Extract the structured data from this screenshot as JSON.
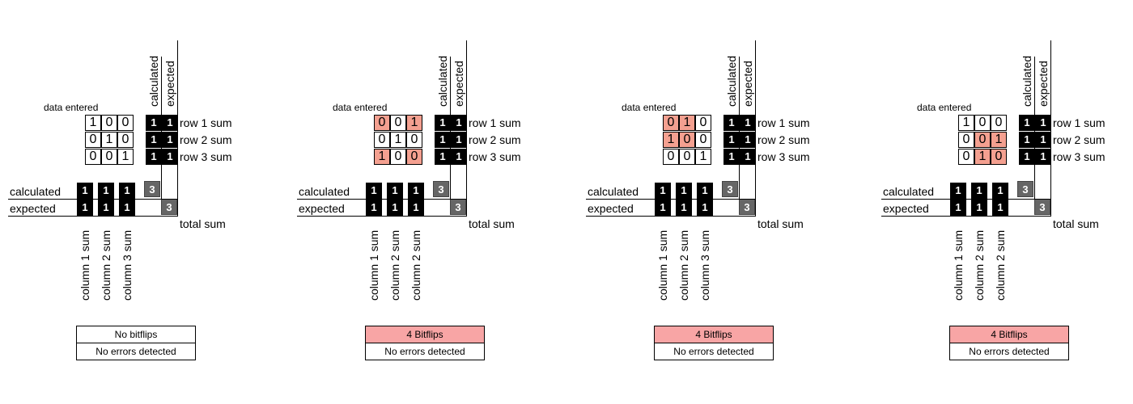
{
  "colors": {
    "flipped": "#f4a090",
    "alert": "#f8a5a5",
    "sum_cell": "#000000",
    "total_cell": "#666666"
  },
  "panels": [
    {
      "data_label": "data entered",
      "grid": [
        [
          1,
          0,
          0
        ],
        [
          0,
          1,
          0
        ],
        [
          0,
          0,
          1
        ]
      ],
      "flipped": [
        [
          false,
          false,
          false
        ],
        [
          false,
          false,
          false
        ],
        [
          false,
          false,
          false
        ]
      ],
      "row_calc": [
        1,
        1,
        1
      ],
      "row_exp": [
        1,
        1,
        1
      ],
      "col_calc": [
        1,
        1,
        1
      ],
      "col_exp": [
        1,
        1,
        1
      ],
      "total_calc": 3,
      "total_exp": 3,
      "labels": {
        "calculated": "calculated",
        "expected": "expected",
        "col_calculated": "calculated",
        "col_expected": "expected",
        "rows": [
          "row 1 sum",
          "row 2 sum",
          "row 3 sum"
        ],
        "cols": [
          "column 1 sum",
          "column 2 sum",
          "column 3 sum"
        ],
        "total": "total sum"
      },
      "status_line_1": "No bitflips",
      "status_line_2": "No errors detected",
      "alert": false
    },
    {
      "data_label": "data entered",
      "grid": [
        [
          0,
          0,
          1
        ],
        [
          0,
          1,
          0
        ],
        [
          1,
          0,
          0
        ]
      ],
      "flipped": [
        [
          true,
          false,
          true
        ],
        [
          false,
          false,
          false
        ],
        [
          true,
          false,
          true
        ]
      ],
      "row_calc": [
        1,
        1,
        1
      ],
      "row_exp": [
        1,
        1,
        1
      ],
      "col_calc": [
        1,
        1,
        1
      ],
      "col_exp": [
        1,
        1,
        1
      ],
      "total_calc": 3,
      "total_exp": 3,
      "labels": {
        "calculated": "calculated",
        "expected": "expected",
        "col_calculated": "calculated",
        "col_expected": "expected",
        "rows": [
          "row 1 sum",
          "row 2 sum",
          "row 3 sum"
        ],
        "cols": [
          "column 1 sum",
          "column 2 sum",
          "column 2 sum"
        ],
        "total": "total sum"
      },
      "status_line_1": "4 Bitflips",
      "status_line_2": "No errors detected",
      "alert": true
    },
    {
      "data_label": "data entered",
      "grid": [
        [
          0,
          1,
          0
        ],
        [
          1,
          0,
          0
        ],
        [
          0,
          0,
          1
        ]
      ],
      "flipped": [
        [
          true,
          true,
          false
        ],
        [
          true,
          true,
          false
        ],
        [
          false,
          false,
          false
        ]
      ],
      "row_calc": [
        1,
        1,
        1
      ],
      "row_exp": [
        1,
        1,
        1
      ],
      "col_calc": [
        1,
        1,
        1
      ],
      "col_exp": [
        1,
        1,
        1
      ],
      "total_calc": 3,
      "total_exp": 3,
      "labels": {
        "calculated": "calculated",
        "expected": "expected",
        "col_calculated": "calculated",
        "col_expected": "expected",
        "rows": [
          "row 1 sum",
          "row 2 sum",
          "row 3 sum"
        ],
        "cols": [
          "column 1 sum",
          "column 2 sum",
          "column 3 sum"
        ],
        "total": "total sum"
      },
      "status_line_1": "4 Bitflips",
      "status_line_2": "No errors detected",
      "alert": true
    },
    {
      "data_label": "data entered",
      "grid": [
        [
          1,
          0,
          0
        ],
        [
          0,
          0,
          1
        ],
        [
          0,
          1,
          0
        ]
      ],
      "flipped": [
        [
          false,
          false,
          false
        ],
        [
          false,
          true,
          true
        ],
        [
          false,
          true,
          true
        ]
      ],
      "row_calc": [
        1,
        1,
        1
      ],
      "row_exp": [
        1,
        1,
        1
      ],
      "col_calc": [
        1,
        1,
        1
      ],
      "col_exp": [
        1,
        1,
        1
      ],
      "total_calc": 3,
      "total_exp": 3,
      "labels": {
        "calculated": "calculated",
        "expected": "expected",
        "col_calculated": "calculated",
        "col_expected": "expected",
        "rows": [
          "row 1 sum",
          "row 2 sum",
          "row 3 sum"
        ],
        "cols": [
          "column 1 sum",
          "column 2 sum",
          "column 2 sum"
        ],
        "total": "total sum"
      },
      "status_line_1": "4 Bitflips",
      "status_line_2": "No errors detected",
      "alert": true
    }
  ]
}
